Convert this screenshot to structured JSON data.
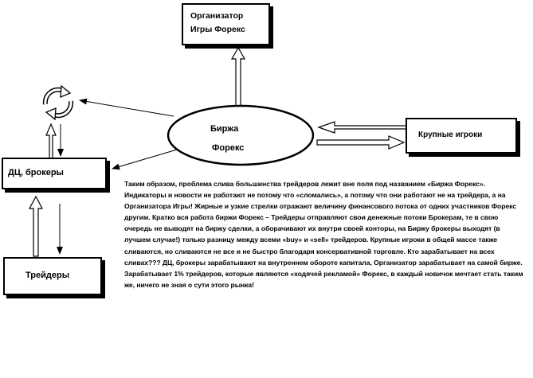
{
  "diagram": {
    "organizer": {
      "line1": "Организатор",
      "line2": "Игры  Форекс"
    },
    "exchange": {
      "line1": "Биржа",
      "line2": "Форекс"
    },
    "big_players": {
      "label": "Крупные  игроки"
    },
    "brokers": {
      "label": "ДЦ, брокеры"
    },
    "traders": {
      "label": "Трейдеры"
    },
    "cycle_icon": "recycle-arrows-icon"
  },
  "explanation": {
    "text": "Таким образом, проблема слива большинства трейдеров лежит вне поля под названием «Биржа Форекс». Индикаторы и новости не работают не потому что «сломались», а потому что они работают не на трейдера, а на Организатора Игры!  Жирные и узкие стрелки отражают величину финансового потока от одних участников Форекс другим. Кратко вся работа биржи Форекс – Трейдеры отправляют свои денежные потоки Брокерам, те в свою очередь не выводят на биржу сделки, а оборачивают их внутри своей конторы, на Биржу брокеры выходят (в лучшем случае!) только разницу между всеми «buy» и  «sell» трейдеров. Крупные игроки в общей массе также сливаются, но сливаются не все и не быстро благодаря консервативной торговле. Кто зарабатывает на всех сливах??? ДЦ, брокеры зарабатывают на внутреннем обороте капитала, Организатор зарабатывает на самой бирже. Зарабатывает 1% трейдеров, которые являются «ходячей рекламой» Форекс, в каждый  новичок мечтает стать таким же, ничего не зная о сути этого рынка!"
  }
}
